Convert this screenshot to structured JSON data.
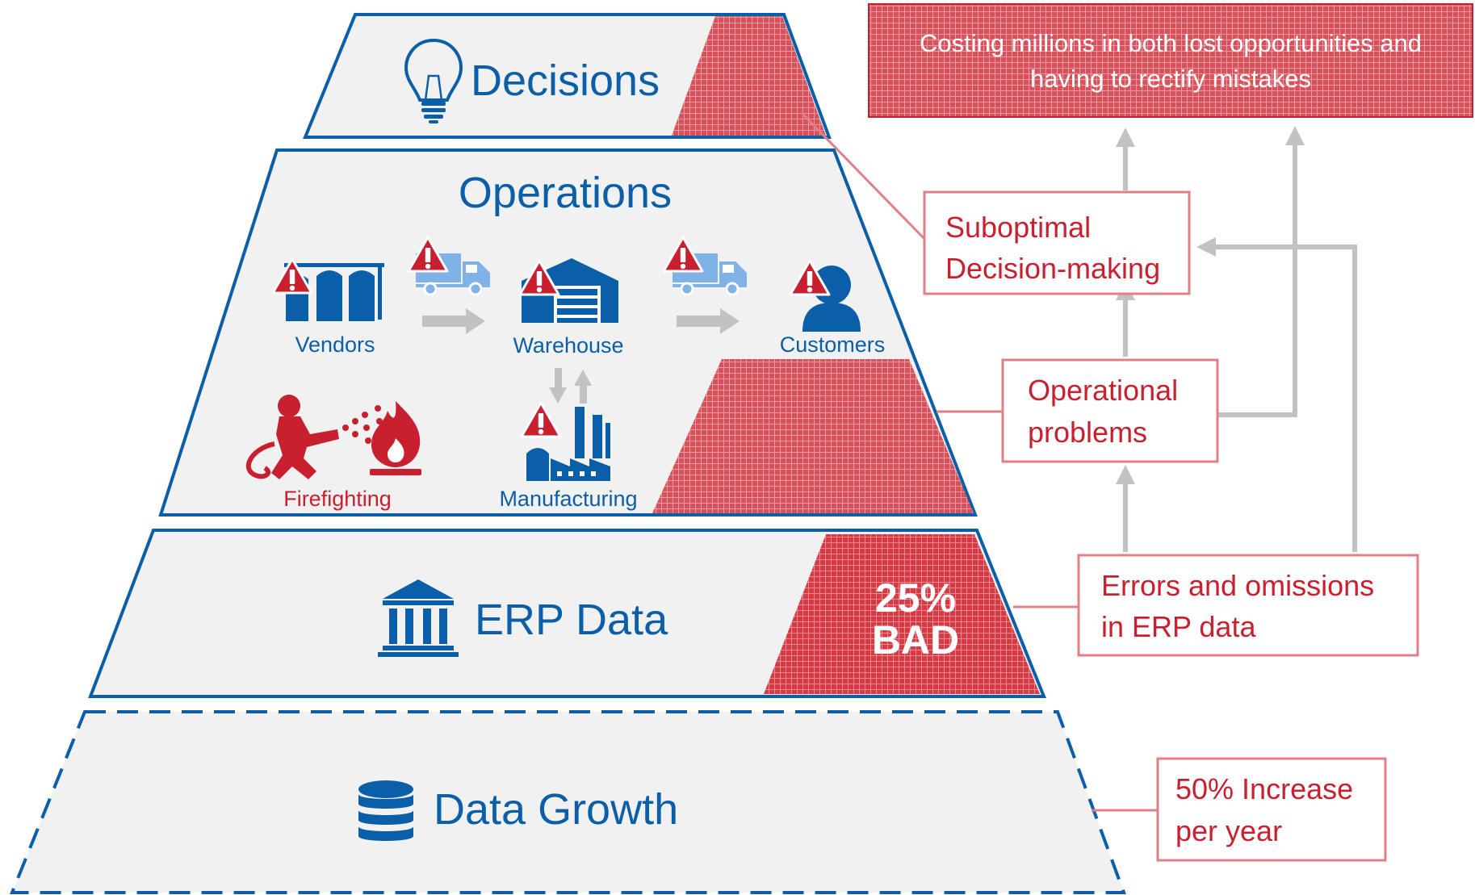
{
  "pyramid": {
    "decisions": {
      "label": "Decisions",
      "icon": "lightbulb-icon"
    },
    "operations": {
      "label": "Operations",
      "nodes": {
        "vendors": "Vendors",
        "warehouse": "Warehouse",
        "customers": "Customers",
        "firefighting": "Firefighting",
        "manufacturing": "Manufacturing"
      },
      "icons": [
        "silos-icon",
        "truck-icon",
        "warehouse-icon",
        "customer-icon",
        "firefighter-icon",
        "flame-icon",
        "factory-icon",
        "warning-icon",
        "arrow-right-icon",
        "arrow-updown-icon"
      ]
    },
    "erp": {
      "label": "ERP Data",
      "icon": "bank-icon",
      "bad_line1": "25%",
      "bad_line2": "BAD"
    },
    "growth": {
      "label": "Data Growth",
      "icon": "database-icon"
    }
  },
  "callouts": {
    "costing": "Costing millions in both lost opportunities and having to rectify mistakes",
    "suboptimal_line1": "Suboptimal",
    "suboptimal_line2": "Decision-making",
    "operational_line1": "Operational",
    "operational_line2": "problems",
    "errors_line1": "Errors and omissions",
    "errors_line2": "in ERP data",
    "growth_line1": "50% Increase",
    "growth_line2": "per year"
  },
  "colors": {
    "blue": "#0b5ea8",
    "light_blue": "#7fb2e6",
    "red": "#c8202f",
    "hatch_red": "#d9545e",
    "tier_fill": "#f1f1f1",
    "connector_gray": "#c2c2c2"
  }
}
